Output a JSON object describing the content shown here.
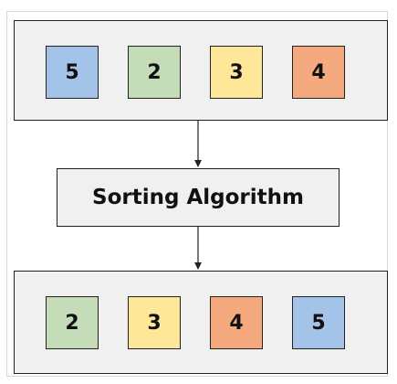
{
  "input_array": [
    {
      "value": "5",
      "color": "#a4c3e8"
    },
    {
      "value": "2",
      "color": "#c4ddb8"
    },
    {
      "value": "3",
      "color": "#ffe79a"
    },
    {
      "value": "4",
      "color": "#f4a97f"
    }
  ],
  "algorithm": {
    "label": "Sorting Algorithm"
  },
  "output_array": [
    {
      "value": "2",
      "color": "#c4ddb8"
    },
    {
      "value": "3",
      "color": "#ffe79a"
    },
    {
      "value": "4",
      "color": "#f4a97f"
    },
    {
      "value": "5",
      "color": "#a4c3e8"
    }
  ]
}
